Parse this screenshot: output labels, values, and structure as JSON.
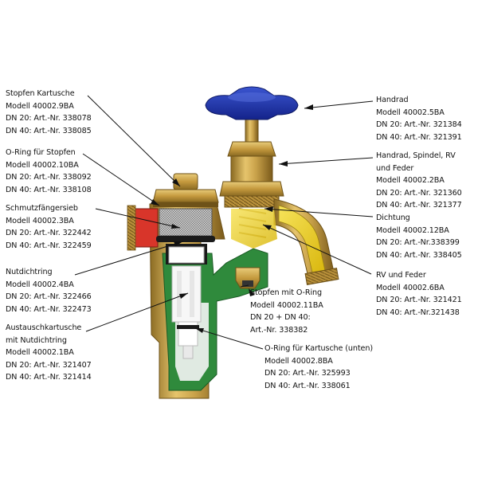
{
  "labels": {
    "stopfen_kartusche": [
      "Stopfen Kartusche",
      "Modell 40002.9BA",
      "DN 20: Art.-Nr. 338078",
      "DN 40: Art.-Nr. 338085"
    ],
    "oring_stopfen": [
      "O-Ring für Stopfen",
      "Modell 40002.10BA",
      "DN 20: Art.-Nr. 338092",
      "DN 40: Art.-Nr. 338108"
    ],
    "schmutzfaengersieb": [
      "Schmutzfängersieb",
      "Modell 40002.3BA",
      "DN 20: Art.-Nr. 322442",
      "DN 40: Art.-Nr. 322459"
    ],
    "nutdichtring": [
      "Nutdichtring",
      "Modell 40002.4BA",
      "DN 20: Art.-Nr. 322466",
      "DN 40: Art.-Nr. 322473"
    ],
    "austauschkartusche": [
      "Austauschkartusche",
      "mit Nutdichtring",
      "Modell 40002.1BA",
      "DN 20: Art.-Nr. 321407",
      "DN 40: Art.-Nr. 321414"
    ],
    "handrad": [
      "Handrad",
      "Modell 40002.5BA",
      "DN 20: Art.-Nr. 321384",
      "DN 40: Art.-Nr. 321391"
    ],
    "handrad_spindel": [
      "Handrad, Spindel, RV",
      "und Feder",
      "Modell 40002.2BA",
      "DN 20: Art.-Nr. 321360",
      "DN 40: Art.-Nr. 321377"
    ],
    "dichtung": [
      "Dichtung",
      "Modell 40002.12BA",
      "DN 20: Art.-Nr.338399",
      "DN 40: Art.-Nr. 338405"
    ],
    "rv_feder": [
      "RV und Feder",
      "Modell 40002.6BA",
      "DN 20: Art.-Nr. 321421",
      "DN 40: Art.-Nr.321438"
    ],
    "stopfen_oring": [
      "Stopfen mit O-Ring",
      "Modell 40002.11BA",
      "DN 20 + DN 40:",
      "Art.-Nr. 338382"
    ],
    "oring_kartusche": [
      "O-Ring für Kartusche (unten)",
      "Modell 40002.8BA",
      "DN 20: Art.-Nr. 325993",
      "DN 40: Art.-Nr. 338061"
    ]
  },
  "colors": {
    "brass": "#c9a24a",
    "brass_dark": "#8a6a22",
    "handwheel_blue": "#1f35a8",
    "inner_green": "#2f8a3c",
    "inner_yellow": "#f1d21c",
    "inner_red": "#d8352a",
    "leader_line": "#111111"
  }
}
